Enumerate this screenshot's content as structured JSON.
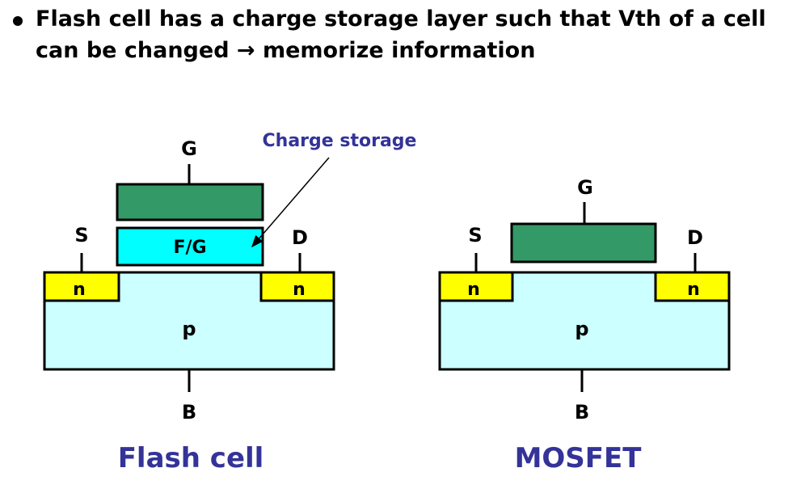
{
  "heading": {
    "line1": "Flash cell has a charge storage layer such that Vth of a cell",
    "line2": "can be changed → memorize information"
  },
  "flash_cell": {
    "caption": "Flash cell",
    "gate_label": "G",
    "floating_gate_label": "F/G",
    "source_label": "S",
    "drain_label": "D",
    "source_region_label": "n",
    "drain_region_label": "n",
    "substrate_label": "p",
    "body_label": "B",
    "annotation": "Charge storage"
  },
  "mosfet": {
    "caption": "MOSFET",
    "gate_label": "G",
    "source_label": "S",
    "drain_label": "D",
    "source_region_label": "n",
    "drain_region_label": "n",
    "substrate_label": "p",
    "body_label": "B"
  },
  "colors": {
    "gate": "#339966",
    "floating_gate": "#00ffff",
    "n_region": "#ffff00",
    "substrate": "#ccffff",
    "caption": "#333399",
    "annotation": "#333399"
  }
}
